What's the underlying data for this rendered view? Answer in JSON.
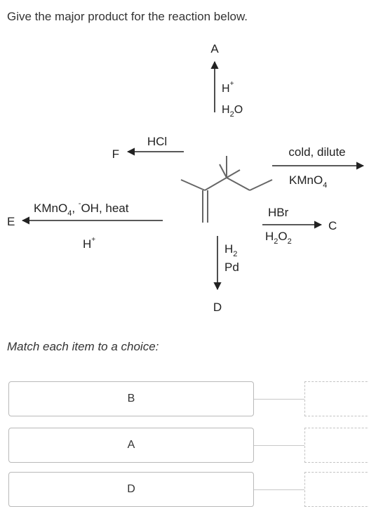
{
  "question": "Give the major product for the reaction below.",
  "scheme": {
    "top": {
      "product": "A",
      "reagent1": "H",
      "reagent1_sup": "+",
      "reagent2_main": "H",
      "reagent2_sub": "2",
      "reagent2_tail": "O"
    },
    "left_upper": {
      "product": "F",
      "reagent": "HCl"
    },
    "left_lower": {
      "product": "E",
      "reagent1_a": "KMnO",
      "reagent1_sub": "4",
      "reagent1_b": ", ",
      "reagent1_sup": "-",
      "reagent1_c": "OH, heat",
      "reagent2": "H",
      "reagent2_sup": "+"
    },
    "right_upper": {
      "reagent1": "cold, dilute",
      "reagent2_main": "KMnO",
      "reagent2_sub": "4"
    },
    "right_lower": {
      "product": "C",
      "reagent1": "HBr",
      "reagent2_a": "H",
      "reagent2_sub1": "2",
      "reagent2_b": "O",
      "reagent2_sub2": "2"
    },
    "bottom": {
      "product": "D",
      "reagent1_main": "H",
      "reagent1_sub": "2",
      "reagent2": "Pd"
    }
  },
  "match_prompt": "Match each item to a choice:",
  "items": [
    {
      "label": "B"
    },
    {
      "label": "A"
    },
    {
      "label": "D"
    }
  ]
}
